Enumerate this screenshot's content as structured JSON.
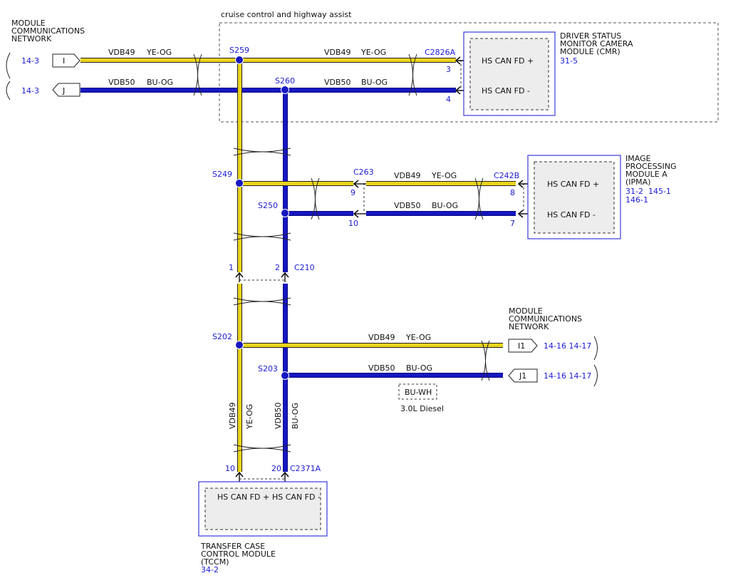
{
  "colors": {
    "yellow": "#ecd41c",
    "blue": "#1616c2",
    "link": "#1a1ad6",
    "module_fill": "#ededed",
    "module_border": "#3a3ae0"
  },
  "region_label": "cruise control and highway assist",
  "mcn_left": {
    "title": [
      "MODULE",
      "COMMUNICATIONS",
      "NETWORK"
    ],
    "rows": [
      {
        "ref": "14-3",
        "conn": "I"
      },
      {
        "ref": "14-3",
        "conn": "J"
      }
    ]
  },
  "mcn_right": {
    "title": [
      "MODULE",
      "COMMUNICATIONS",
      "NETWORK"
    ],
    "rows": [
      {
        "ref": "14-16 14-17",
        "conn": "I1"
      },
      {
        "ref": "14-16 14-17",
        "conn": "J1"
      }
    ]
  },
  "wires": {
    "vdb49": {
      "circuit": "VDB49",
      "color": "YE-OG"
    },
    "vdb50": {
      "circuit": "VDB50",
      "color": "BU-OG"
    }
  },
  "splices": {
    "s259": "S259",
    "s260": "S260",
    "s249": "S249",
    "s250": "S250",
    "s202": "S202",
    "s203": "S203"
  },
  "connectors": {
    "c2826a": "C2826A",
    "c263": "C263",
    "c242b": "C242B",
    "c210": "C210",
    "c2371a": "C2371A"
  },
  "pins": {
    "cmr_plus": "3",
    "cmr_minus": "4",
    "c263_a": "9",
    "c263_b": "10",
    "ipma_plus": "8",
    "ipma_minus": "7",
    "c210_a": "1",
    "c210_b": "2",
    "tccm_a": "10",
    "tccm_b": "20"
  },
  "cmr": {
    "name": [
      "DRIVER STATUS",
      "MONITOR CAMERA",
      "MODULE (CMR)"
    ],
    "ref": "31-5",
    "pin_plus": "HS CAN FD +",
    "pin_minus": "HS CAN FD -"
  },
  "ipma": {
    "name": [
      "IMAGE",
      "PROCESSING",
      "MODULE A",
      "(IPMA)"
    ],
    "refs": [
      "31-2  145-1",
      "146-1"
    ],
    "pin_plus": "HS CAN FD +",
    "pin_minus": "HS CAN FD -"
  },
  "tccm": {
    "name": [
      "TRANSFER CASE",
      "CONTROL MODULE",
      "(TCCM)"
    ],
    "ref": "34-2",
    "pin_plus": "HS CAN FD +",
    "pin_minus": "HS CAN FD -"
  },
  "diesel_note": {
    "color": "BU-WH",
    "label": "3.0L Diesel"
  }
}
